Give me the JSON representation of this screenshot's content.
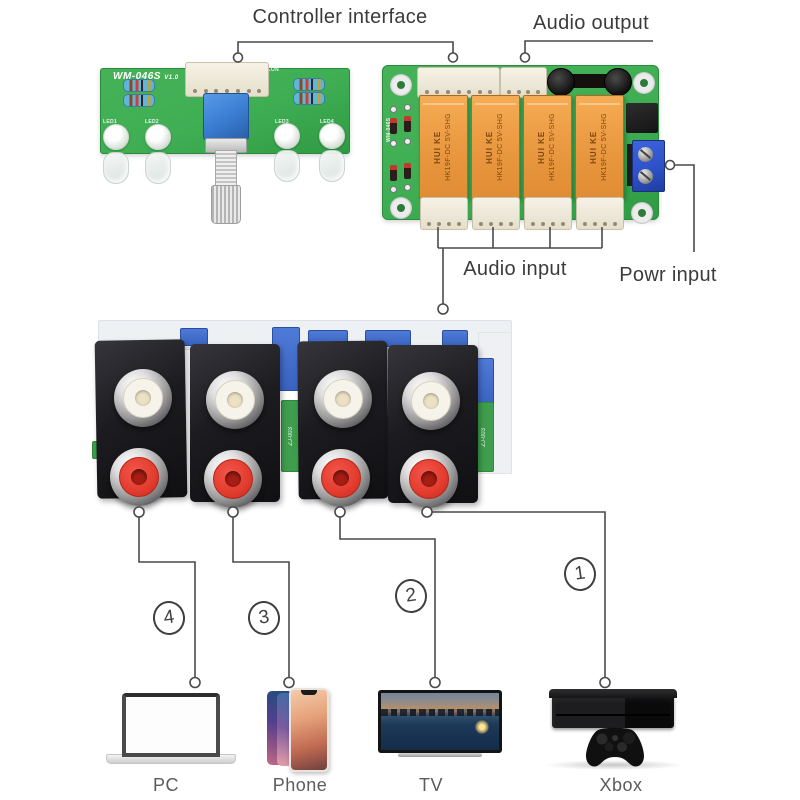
{
  "callouts": {
    "controller_interface": "Controller interface",
    "audio_output": "Audio output",
    "audio_input": "Audio input",
    "power_input": "Powr input"
  },
  "controller_board": {
    "model": "WM-046S",
    "version": "V1.0",
    "connector_silkscreen": "CON",
    "led_labels": [
      "LED1",
      "LED2",
      "LED3",
      "LED4"
    ]
  },
  "relay_board": {
    "silkscreen": "WM-046S",
    "relay_brand": "HUI KE",
    "relay_model": "HK19F-DC 5V-SHG"
  },
  "rca_board": {
    "silkscreen": "ZJ-003"
  },
  "channels": [
    {
      "number": "4",
      "device": "PC"
    },
    {
      "number": "3",
      "device": "Phone"
    },
    {
      "number": "2",
      "device": "TV"
    },
    {
      "number": "1",
      "device": "Xbox"
    }
  ],
  "colors": {
    "pcb_green": "#3fae53",
    "relay_orange": "#ec9c44",
    "rca_red": "#e23c2e",
    "pot_blue": "#3b7fd4",
    "terminal_blue": "#2d52c8",
    "line_gray": "#4a4a4a",
    "label_gray": "#3b3b3b"
  }
}
